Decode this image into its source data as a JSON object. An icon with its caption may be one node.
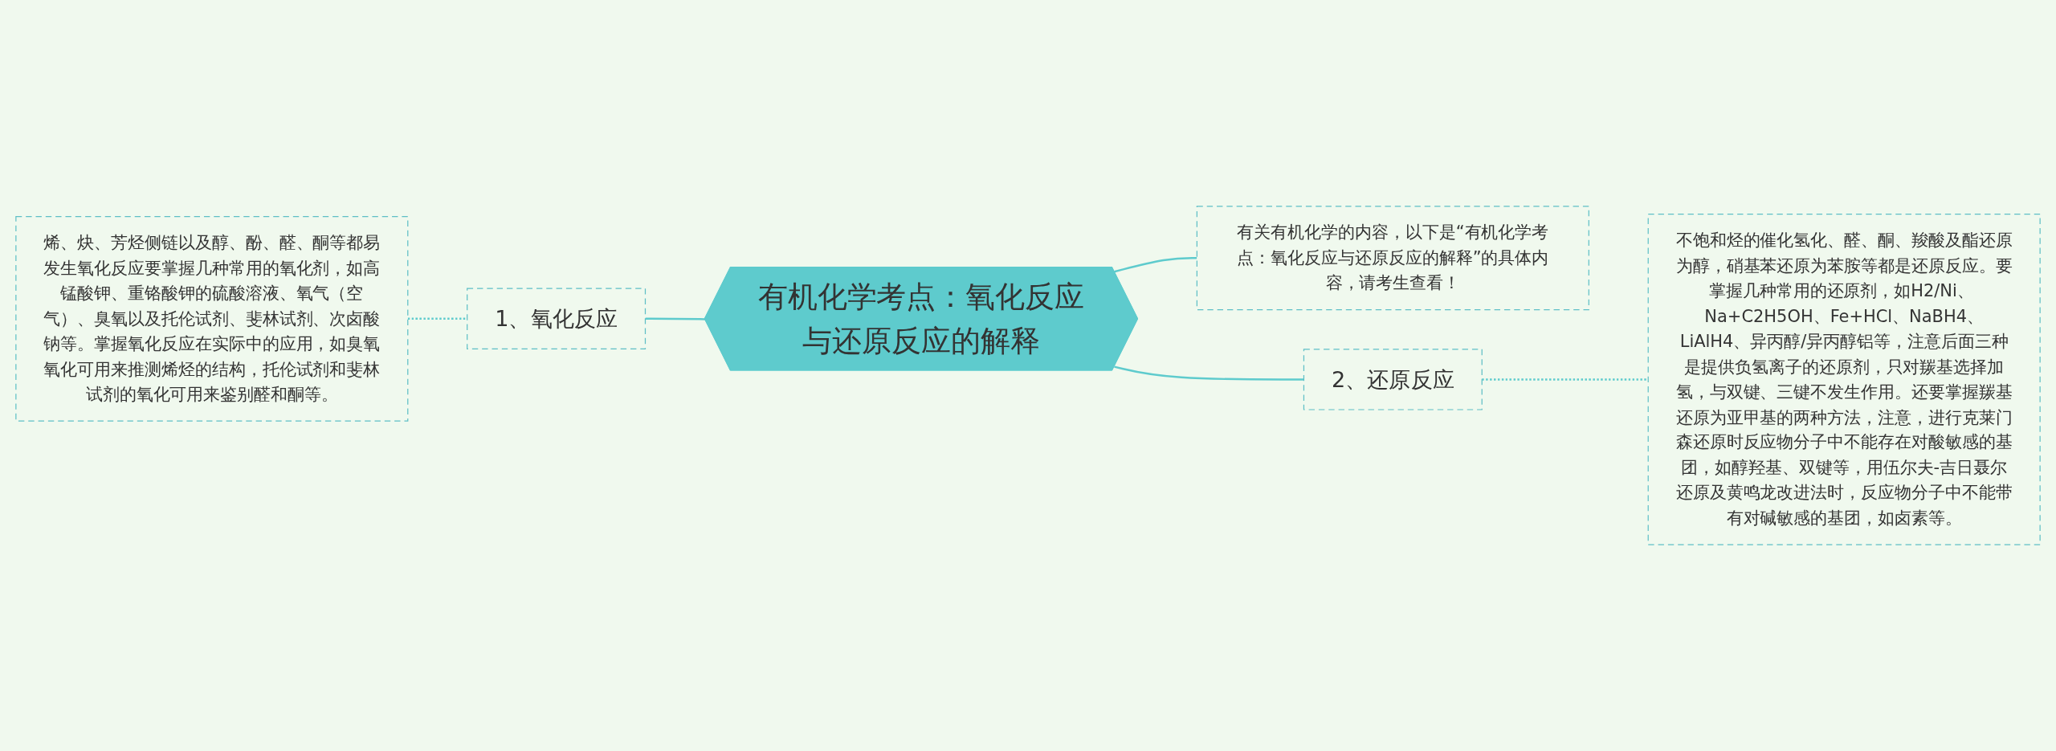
{
  "diagram": {
    "nodes": [
      {
        "text": [
          "有机化学考点：氧化反应与还原反应的解释"
        ]
      },
      {
        "text": [
          "1、氧化反应"
        ]
      },
      {
        "text": [
          "烯、炔、芳烃侧链以及醇、酚、醛、酮等都易发生氧化反应要掌握几种常用的氧化剂，如高锰酸钾、重铬酸钾的硫酸溶液、氧气（空气）、臭氧以及托伦试剂、斐林试剂、次卤酸钠等。掌握氧化反应在实际中的应用，如臭氧氧化可用来推测烯烃的结构，托伦试剂和斐林试剂的氧化可用来鉴别醛和酮等。"
        ]
      },
      {
        "text": [
          "有关有机化学的内容，以下是“有机化学考点：氧化反应与还原反应的解释”的具体内容，请考生查看！"
        ]
      },
      {
        "text": [
          "2、还原反应"
        ]
      },
      {
        "text": [
          "不饱和烃的催化氢化、醛、酮、羧酸及酯还原为醇，硝基苯还原为苯胺等都是还原反应。要掌握几种常用的还原剂，如H2/Ni、 Na+C2H5OH、Fe+HCl、NaBH4、LiAlH4、异丙醇/异丙醇铝等，注意后面三种是提供负氢离子的还原剂，只对羰基选择加氢，与双键、三键不发生作用。还要掌握羰基还原为亚甲基的两种方法，注意，进行克莱门森还原时反应物分子中不能存在对酸敏感的基团，如醇羟基、双键等，用伍尔夫-吉日聂尔还原及黄鸣龙改进法时，反应物分子中不能带有对碱敏感的基团，如卤素等。"
        ]
      }
    ],
    "edges": [
      {
        "from": 0,
        "to": 1,
        "arrow": "none"
      },
      {
        "from": 1,
        "to": 2,
        "arrow": "none",
        "style": "dashed"
      },
      {
        "from": 0,
        "to": 3,
        "arrow": "none"
      },
      {
        "from": 0,
        "to": 4,
        "arrow": "none"
      },
      {
        "from": 4,
        "to": 5,
        "arrow": "none",
        "style": "dashed"
      }
    ]
  }
}
